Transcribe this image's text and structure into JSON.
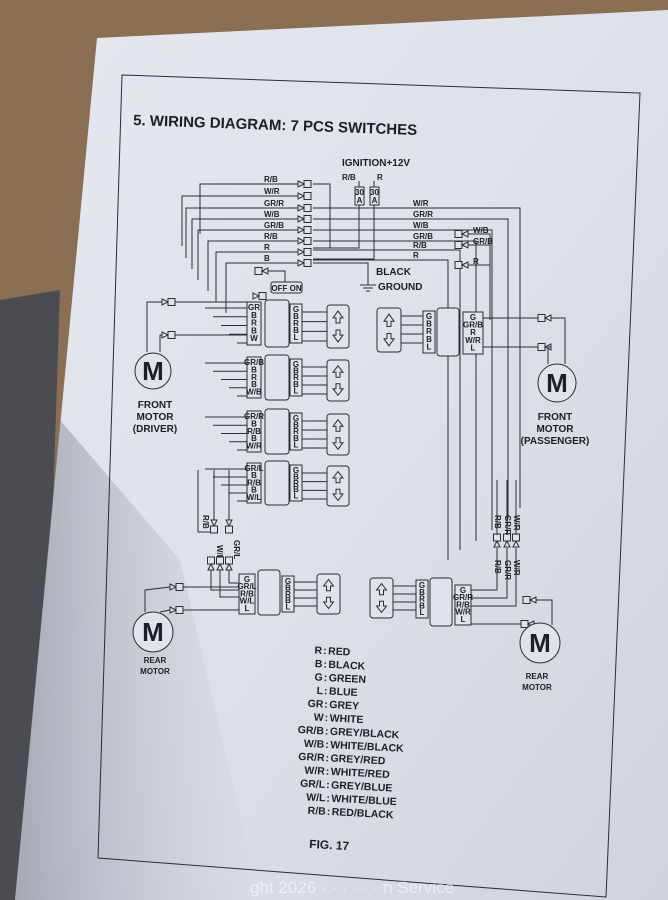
{
  "title": "5. WIRING DIAGRAM: 7 PCS SWITCHES",
  "ignition": {
    "label": "IGNITION+12V",
    "left_wire": "R/B",
    "right_wire": "R",
    "fuse_left": [
      "30",
      "A"
    ],
    "fuse_right": [
      "30",
      "A"
    ]
  },
  "left_bus_wires": [
    "R/B",
    "W/R",
    "GR/R",
    "W/B",
    "GR/B",
    "R/B",
    "R",
    "B"
  ],
  "right_bus_wires": [
    "W/R",
    "GR/R",
    "W/B",
    "GR/B",
    "R/B",
    "R"
  ],
  "right_connector_wires": [
    "W/B",
    "GR/B",
    "R"
  ],
  "ground": {
    "black": "BLACK",
    "ground": "GROUND"
  },
  "off_on": "OFF ON",
  "module_pins": [
    "G",
    "B",
    "R",
    "B",
    "L"
  ],
  "driver_switches": [
    [
      "GR",
      "B",
      "R",
      "B",
      "W"
    ],
    [
      "GR/B",
      "B",
      "R",
      "B",
      "W/B"
    ],
    [
      "GR/R",
      "B",
      "R/B",
      "B",
      "W/R"
    ],
    [
      "GR/L",
      "B",
      "R/B",
      "B",
      "W/L"
    ]
  ],
  "passenger_front_pins": [
    "G",
    "GR/B",
    "R",
    "W/R",
    "L"
  ],
  "rear_left_pins": [
    "G",
    "GR/L",
    "R/B",
    "W/L",
    "L"
  ],
  "rear_right_pins": [
    "G",
    "GR/R",
    "R/B",
    "W/R",
    "L"
  ],
  "rear_left_wires": {
    "upper": [
      "R/B",
      "GR/L"
    ],
    "lower": "W/L"
  },
  "rear_right_wires": {
    "upper": [
      "R/B",
      "GR/R",
      "W/R"
    ],
    "lower": [
      "R/B",
      "GR/R",
      "W/R"
    ]
  },
  "motors": {
    "symbol": "M",
    "front_driver": [
      "FRONT",
      "MOTOR",
      "(DRIVER)"
    ],
    "front_passenger": [
      "FRONT",
      "MOTOR",
      "(PASSENGER)"
    ],
    "rear_left": [
      "REAR",
      "MOTOR"
    ],
    "rear_right": [
      "REAR",
      "MOTOR"
    ]
  },
  "legend": [
    {
      "code": "R",
      "name": "RED"
    },
    {
      "code": "B",
      "name": "BLACK"
    },
    {
      "code": "G",
      "name": "GREEN"
    },
    {
      "code": "L",
      "name": "BLUE"
    },
    {
      "code": "GR",
      "name": "GREY"
    },
    {
      "code": "W",
      "name": "WHITE"
    },
    {
      "code": "GR/B",
      "name": "GREY/BLACK"
    },
    {
      "code": "W/B",
      "name": "WHITE/BLACK"
    },
    {
      "code": "GR/R",
      "name": "GREY/RED"
    },
    {
      "code": "W/R",
      "name": "WHITE/RED"
    },
    {
      "code": "GR/L",
      "name": "GREY/BLUE"
    },
    {
      "code": "W/L",
      "name": "WHITE/BLUE"
    },
    {
      "code": "R/B",
      "name": "RED/BLACK"
    }
  ],
  "figure_label": "FIG. 17",
  "watermark": "ght 2026 · · · · · · n Service"
}
